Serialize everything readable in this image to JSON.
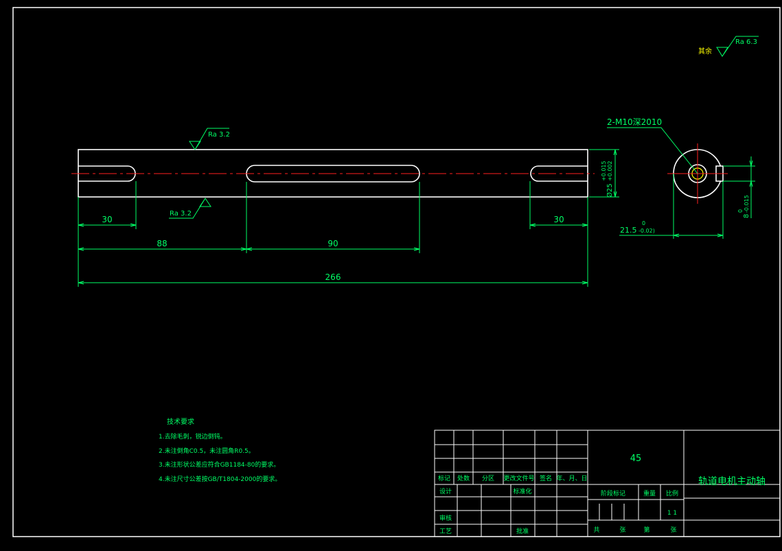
{
  "surface_finish": {
    "general_prefix": "其余",
    "general_value": "Ra 6.3",
    "top_value": "Ra 3.2",
    "bottom_value": "Ra 3.2"
  },
  "section_view": {
    "hole_callout": "2-M10深2010",
    "width_value": "8",
    "width_tol_upper": "0",
    "width_tol_lower": "-0.015",
    "depth_value": "21.5",
    "depth_tol_upper": "0",
    "depth_tol_lower": "-0.02)"
  },
  "main_view": {
    "diameter_value": "Ø25",
    "diameter_tol_upper": "+0.015",
    "diameter_tol_lower": "+0.002",
    "dims": {
      "left_slot": "30",
      "right_slot": "30",
      "to_middle": "88",
      "middle_slot": "90",
      "overall": "266"
    }
  },
  "notes": {
    "heading": "技术要求",
    "items": [
      "1.去除毛刺，锐边倒钝。",
      "2.未注倒角C0.5，未注圆角R0.5。",
      "3.未注形状公差应符合GB1184-80的要求。",
      "4.未注尺寸公差按GB/T1804-2000的要求。"
    ]
  },
  "title_block": {
    "material": "45",
    "part_name": "轨道电机主动轴",
    "revision_headers": [
      "标记",
      "处数",
      "分区",
      "更改文件号",
      "签名",
      "年、月、日"
    ],
    "design_label": "设计",
    "standardization_label": "标准化",
    "review_label": "审核",
    "process_label": "工艺",
    "approval_label": "批准",
    "stage_label": "阶段标记",
    "weight_label": "重量",
    "scale_label": "比例",
    "scale_value": "1 1",
    "total_label": "共",
    "sheets_label": "张",
    "sheet_no_label": "第",
    "sheet_label": "张"
  },
  "colors": {
    "background": "#000000",
    "geometry": "#ffffff",
    "dimension": "#00ff66",
    "centerline": "#ff2020",
    "hole_marker": "#ffff00"
  }
}
